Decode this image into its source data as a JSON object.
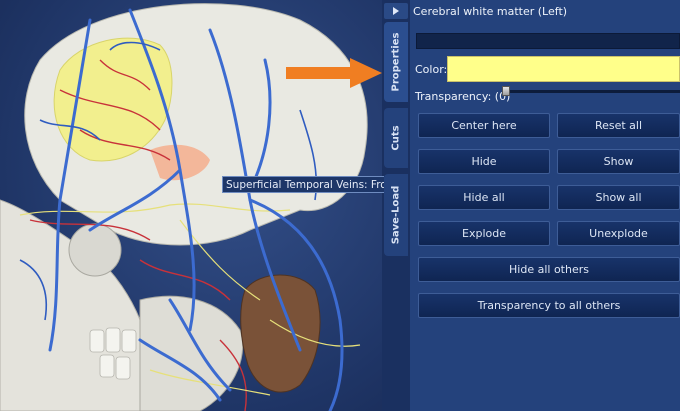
{
  "viewport": {
    "hover_label": "Superficial Temporal Veins: Frontal Branches (Left)"
  },
  "tabs": [
    {
      "label": "Properties",
      "active": true
    },
    {
      "label": "Cuts",
      "active": false
    },
    {
      "label": "Save-Load",
      "active": false
    }
  ],
  "panel": {
    "title": "Cerebral white matter (Left)",
    "name_value": "",
    "color_label": "Color:",
    "color_value": "#ffff8a",
    "transparency_label": "Transparency: (0)",
    "transparency": 0,
    "buttons": {
      "center_here": "Center here",
      "reset_all": "Reset all",
      "hide": "Hide",
      "show": "Show",
      "hide_all": "Hide all",
      "show_all": "Show all",
      "explode": "Explode",
      "unexplode": "Unexplode",
      "hide_all_others": "Hide all others",
      "transparency_to_all_others": "Transparency to all others"
    }
  },
  "annotation": {
    "arrow_color": "#f07e22"
  },
  "icons": {
    "collapse": "triangle-right-icon"
  }
}
